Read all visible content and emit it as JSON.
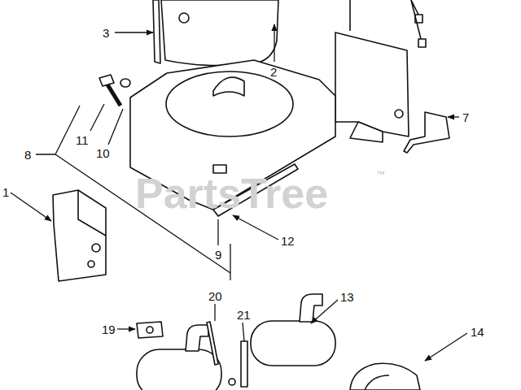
{
  "diagram": {
    "labels": [
      "3",
      "2",
      "7",
      "11",
      "10",
      "8",
      "1",
      "9",
      "12",
      "20",
      "21",
      "13",
      "19",
      "14",
      "PartsTree",
      "™"
    ]
  }
}
